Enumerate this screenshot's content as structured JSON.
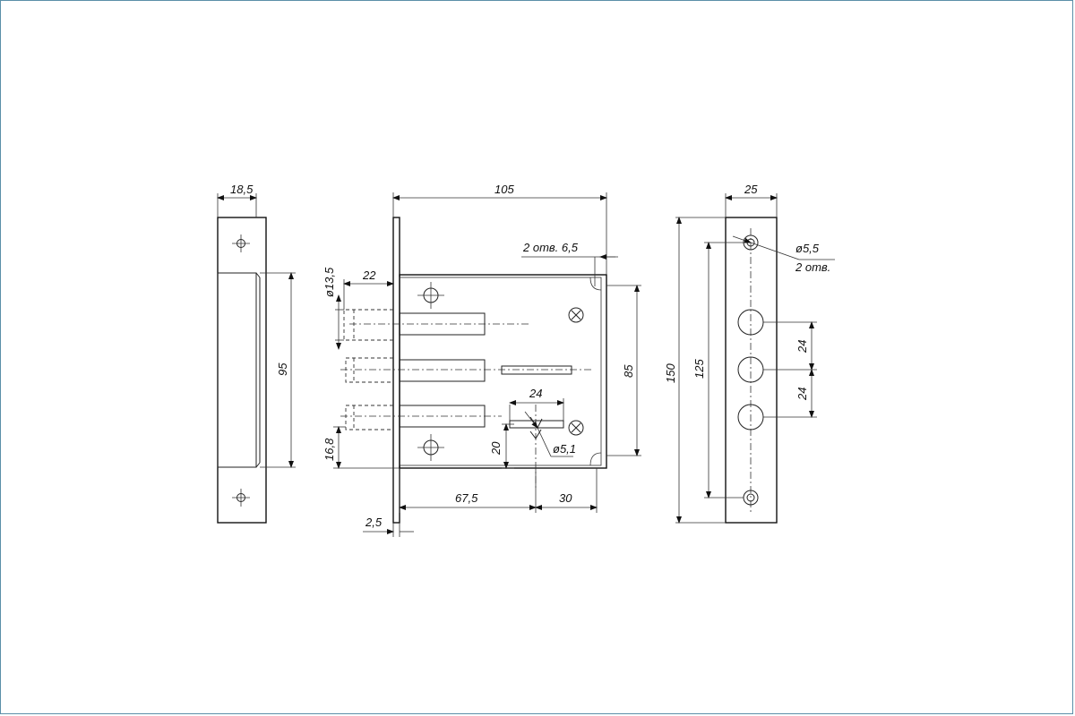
{
  "dimensions": {
    "side_width": "18,5",
    "side_height": "95",
    "body_width": "105",
    "corner_holes": "2 отв. 6,5",
    "bolt_diameter": "ø13,5",
    "bolt_projection": "22",
    "body_height": "85",
    "bolt_offset": "16,8",
    "key_width": "24",
    "key_height": "20",
    "key_hole": "ø5,1",
    "backset": "67,5",
    "key_offset": "30",
    "plate_thickness": "2,5",
    "face_width": "25",
    "face_hole": "ø5,5",
    "face_hole_count": "2 отв.",
    "face_height": "150",
    "hole_spacing": "125",
    "bolt_pitch_1": "24",
    "bolt_pitch_2": "24"
  }
}
